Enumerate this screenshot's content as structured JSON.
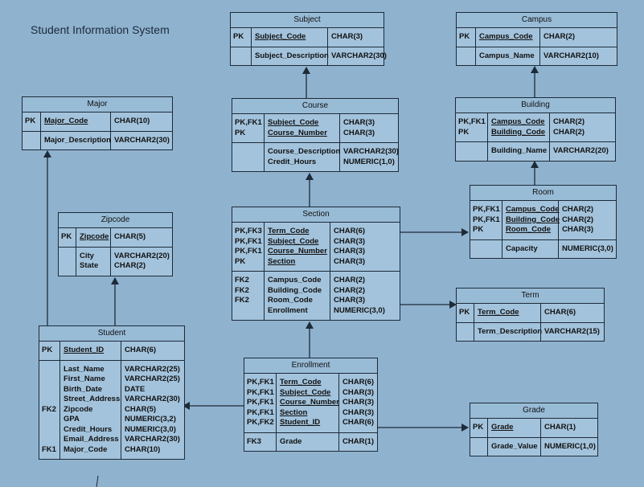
{
  "title": "Student Information System",
  "entities": {
    "subject": {
      "name": "Subject",
      "sections": [
        [
          {
            "key": "PK",
            "name": "Subject_Code",
            "type": "CHAR(3)",
            "u": true
          }
        ],
        [
          {
            "key": "",
            "name": "Subject_Description",
            "type": "VARCHAR2(30)"
          }
        ]
      ]
    },
    "campus": {
      "name": "Campus",
      "sections": [
        [
          {
            "key": "PK",
            "name": "Campus_Code",
            "type": "CHAR(2)",
            "u": true
          }
        ],
        [
          {
            "key": "",
            "name": "Campus_Name",
            "type": "VARCHAR2(10)"
          }
        ]
      ]
    },
    "major": {
      "name": "Major",
      "sections": [
        [
          {
            "key": "PK",
            "name": "Major_Code",
            "type": "CHAR(10)",
            "u": true
          }
        ],
        [
          {
            "key": "",
            "name": "Major_Description",
            "type": "VARCHAR2(30)"
          }
        ]
      ]
    },
    "course": {
      "name": "Course",
      "sections": [
        [
          {
            "key": "PK,FK1",
            "name": "Subject_Code",
            "type": "CHAR(3)",
            "u": true
          },
          {
            "key": "PK",
            "name": "Course_Number",
            "type": "CHAR(3)",
            "u": true
          }
        ],
        [
          {
            "key": "",
            "name": "Course_Description",
            "type": "VARCHAR2(30)"
          },
          {
            "key": "",
            "name": "Credit_Hours",
            "type": "NUMERIC(1,0)"
          }
        ]
      ]
    },
    "building": {
      "name": "Building",
      "sections": [
        [
          {
            "key": "PK,FK1",
            "name": "Campus_Code",
            "type": "CHAR(2)",
            "u": true
          },
          {
            "key": "PK",
            "name": "Building_Code",
            "type": "CHAR(2)",
            "u": true
          }
        ],
        [
          {
            "key": "",
            "name": "Building_Name",
            "type": "VARCHAR2(20)"
          }
        ]
      ]
    },
    "zipcode": {
      "name": "Zipcode",
      "sections": [
        [
          {
            "key": "PK",
            "name": "Zipcode",
            "type": "CHAR(5)",
            "u": true
          }
        ],
        [
          {
            "key": "",
            "name": "City",
            "type": "VARCHAR2(20)"
          },
          {
            "key": "",
            "name": "State",
            "type": "CHAR(2)"
          }
        ]
      ]
    },
    "section": {
      "name": "Section",
      "sections": [
        [
          {
            "key": "PK,FK3",
            "name": "Term_Code",
            "type": "CHAR(6)",
            "u": true
          },
          {
            "key": "PK,FK1",
            "name": "Subject_Code",
            "type": "CHAR(3)",
            "u": true
          },
          {
            "key": "PK,FK1",
            "name": "Course_Number",
            "type": "CHAR(3)",
            "u": true
          },
          {
            "key": "PK",
            "name": "Section",
            "type": "CHAR(3)",
            "u": true
          }
        ],
        [
          {
            "key": "FK2",
            "name": "Campus_Code",
            "type": "CHAR(2)"
          },
          {
            "key": "FK2",
            "name": "Building_Code",
            "type": "CHAR(2)"
          },
          {
            "key": "FK2",
            "name": "Room_Code",
            "type": "CHAR(3)"
          },
          {
            "key": "",
            "name": "Enrollment",
            "type": "NUMERIC(3,0)"
          }
        ]
      ]
    },
    "room": {
      "name": "Room",
      "sections": [
        [
          {
            "key": "PK,FK1",
            "name": "Campus_Code",
            "type": "CHAR(2)",
            "u": true
          },
          {
            "key": "PK,FK1",
            "name": "Building_Code",
            "type": "CHAR(2)",
            "u": true
          },
          {
            "key": "PK",
            "name": "Room_Code",
            "type": "CHAR(3)",
            "u": true
          }
        ],
        [
          {
            "key": "",
            "name": "Capacity",
            "type": "NUMERIC(3,0)"
          }
        ]
      ]
    },
    "term": {
      "name": "Term",
      "sections": [
        [
          {
            "key": "PK",
            "name": "Term_Code",
            "type": "CHAR(6)",
            "u": true
          }
        ],
        [
          {
            "key": "",
            "name": "Term_Description",
            "type": "VARCHAR2(15)"
          }
        ]
      ]
    },
    "student": {
      "name": "Student",
      "sections": [
        [
          {
            "key": "PK",
            "name": "Student_ID",
            "type": "CHAR(6)",
            "u": true
          }
        ],
        [
          {
            "key": "",
            "name": "Last_Name",
            "type": "VARCHAR2(25)"
          },
          {
            "key": "",
            "name": "First_Name",
            "type": "VARCHAR2(25)"
          },
          {
            "key": "",
            "name": "Birth_Date",
            "type": "DATE"
          },
          {
            "key": "",
            "name": "Street_Address",
            "type": "VARCHAR2(30)"
          },
          {
            "key": "FK2",
            "name": "Zipcode",
            "type": "CHAR(5)"
          },
          {
            "key": "",
            "name": "GPA",
            "type": "NUMERIC(3,2)"
          },
          {
            "key": "",
            "name": "Credit_Hours",
            "type": "NUMERIC(3,0)"
          },
          {
            "key": "",
            "name": "Email_Address",
            "type": "VARCHAR2(30)"
          },
          {
            "key": "FK1",
            "name": "Major_Code",
            "type": "CHAR(10)"
          }
        ]
      ]
    },
    "enrollment": {
      "name": "Enrollment",
      "sections": [
        [
          {
            "key": "PK,FK1",
            "name": "Term_Code",
            "type": "CHAR(6)",
            "u": true
          },
          {
            "key": "PK,FK1",
            "name": "Subject_Code",
            "type": "CHAR(3)",
            "u": true
          },
          {
            "key": "PK,FK1",
            "name": "Course_Number",
            "type": "CHAR(3)",
            "u": true
          },
          {
            "key": "PK,FK1",
            "name": "Section",
            "type": "CHAR(3)",
            "u": true
          },
          {
            "key": "PK,FK2",
            "name": "Student_ID",
            "type": "CHAR(6)",
            "u": true
          }
        ],
        [
          {
            "key": "FK3",
            "name": "Grade",
            "type": "CHAR(1)"
          }
        ]
      ]
    },
    "grade": {
      "name": "Grade",
      "sections": [
        [
          {
            "key": "PK",
            "name": "Grade",
            "type": "CHAR(1)",
            "u": true
          }
        ],
        [
          {
            "key": "",
            "name": "Grade_Value",
            "type": "NUMERIC(1,0)"
          }
        ]
      ]
    }
  },
  "relationships": [
    {
      "from": "course",
      "to": "subject"
    },
    {
      "from": "building",
      "to": "campus"
    },
    {
      "from": "room",
      "to": "building"
    },
    {
      "from": "section",
      "to": "course"
    },
    {
      "from": "section",
      "to": "room"
    },
    {
      "from": "section",
      "to": "term"
    },
    {
      "from": "student",
      "to": "major"
    },
    {
      "from": "student",
      "to": "zipcode"
    },
    {
      "from": "enrollment",
      "to": "section"
    },
    {
      "from": "enrollment",
      "to": "student"
    },
    {
      "from": "enrollment",
      "to": "grade"
    }
  ],
  "colors": {
    "background": "#8fb2cf",
    "box": "#a3c3dc",
    "line": "#1d2b38"
  }
}
